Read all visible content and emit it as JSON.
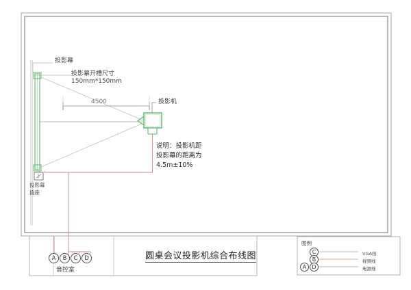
{
  "drawing": {
    "title": "圆桌会议投影机综合布线图",
    "labels": {
      "screen": "投影幕",
      "screen_slot_line1": "投影幕开槽尺寸",
      "screen_slot_line2": "150mm*150mm",
      "projector": "投影机",
      "screen_socket_line1": "投影幕",
      "screen_socket_line2": "插座",
      "control_room": "音控室",
      "dimension_4500": "4500"
    },
    "note": {
      "line1": "说明：投影机距",
      "line2": "投影幕的距离为",
      "line3": "4.5m±10%"
    },
    "terminals": [
      {
        "id": "A"
      },
      {
        "id": "B"
      },
      {
        "id": "C"
      },
      {
        "id": "D"
      }
    ],
    "legend": {
      "title": "图例",
      "entries": [
        {
          "marks": [
            "C"
          ],
          "label": "VGA线",
          "color": "#b9b9c4"
        },
        {
          "marks": [
            "B"
          ],
          "label": "视频线",
          "color": "#d9a98a"
        },
        {
          "marks": [
            "A",
            "D"
          ],
          "label": "电源线",
          "color": "#b6b6c0"
        }
      ]
    },
    "colors": {
      "frame": "#9a9a9a",
      "equipment_green": "#4fae62",
      "cable_pink": "#c98b8b",
      "beam_gray": "#b5b5b5",
      "dim_gray": "#808080"
    }
  }
}
